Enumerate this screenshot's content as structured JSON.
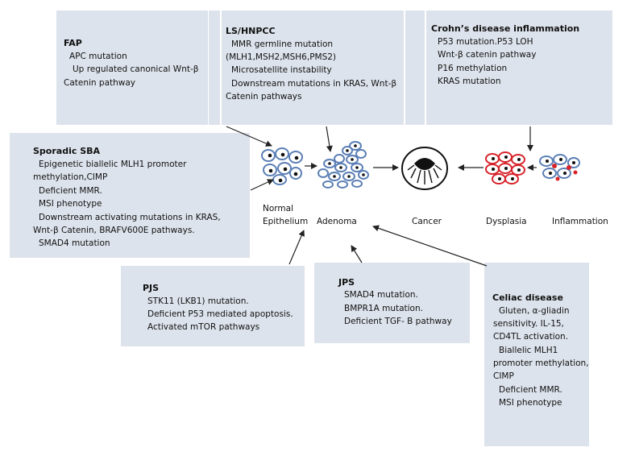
{
  "boxes": {
    "fap": {
      "title": "FAP",
      "lines": [
        "APC mutation",
        "Up regulated canonical Wnt-β",
        "Catenin pathway"
      ]
    },
    "ls": {
      "title": "LS/HNPCC",
      "lines": [
        "MMR germline mutation",
        "(MLH1,MSH2,MSH6,PMS2)",
        "Microsatellite instability",
        "Downstream mutations in KRAS, Wnt-β",
        "Catenin pathways"
      ]
    },
    "crohn": {
      "title": "Crohn’s disease inflammation",
      "lines": [
        "P53 mutation.P53 LOH",
        "Wnt-β catenin pathway",
        "P16 methylation",
        "KRAS mutation"
      ]
    },
    "sporadic": {
      "title": "Sporadic SBA",
      "lines": [
        "Epigenetic biallelic MLH1 promoter",
        "methylation,CIMP",
        "Deficient MMR.",
        "MSI phenotype",
        "Downstream activating mutations in KRAS,",
        "Wnt-β Catenin, BRAFV600E pathways.",
        "SMAD4 mutation"
      ]
    },
    "pjs": {
      "title": "PJS",
      "lines": [
        "STK11 (LKB1) mutation.",
        "Deficient P53 mediated apoptosis.",
        "Activated mTOR pathways"
      ]
    },
    "jps": {
      "title": "JPS",
      "lines": [
        "SMAD4 mutation.",
        "BMPR1A mutation.",
        "Deficient TGF- B pathway"
      ]
    },
    "celiac": {
      "title": "Celiac disease",
      "lines": [
        "Gluten, α-gliadin",
        "sensitivity. IL-15,",
        "CD4TL activation.",
        "Biallelic MLH1",
        "promoter methylation,",
        "CIMP",
        "Deficient MMR.",
        "MSI phenotype"
      ]
    }
  },
  "stages": {
    "normal_1": "Normal",
    "normal_2": "Epithelium",
    "adenoma": "Adenoma",
    "cancer": "Cancer",
    "dysplasia": "Dysplasia",
    "inflammation": "Inflammation"
  },
  "colors": {
    "box_fill": "#dde3ec",
    "cell_outline": "#5b7fb5",
    "dysplasia_red": "#d8232a",
    "arrow": "#222222"
  }
}
